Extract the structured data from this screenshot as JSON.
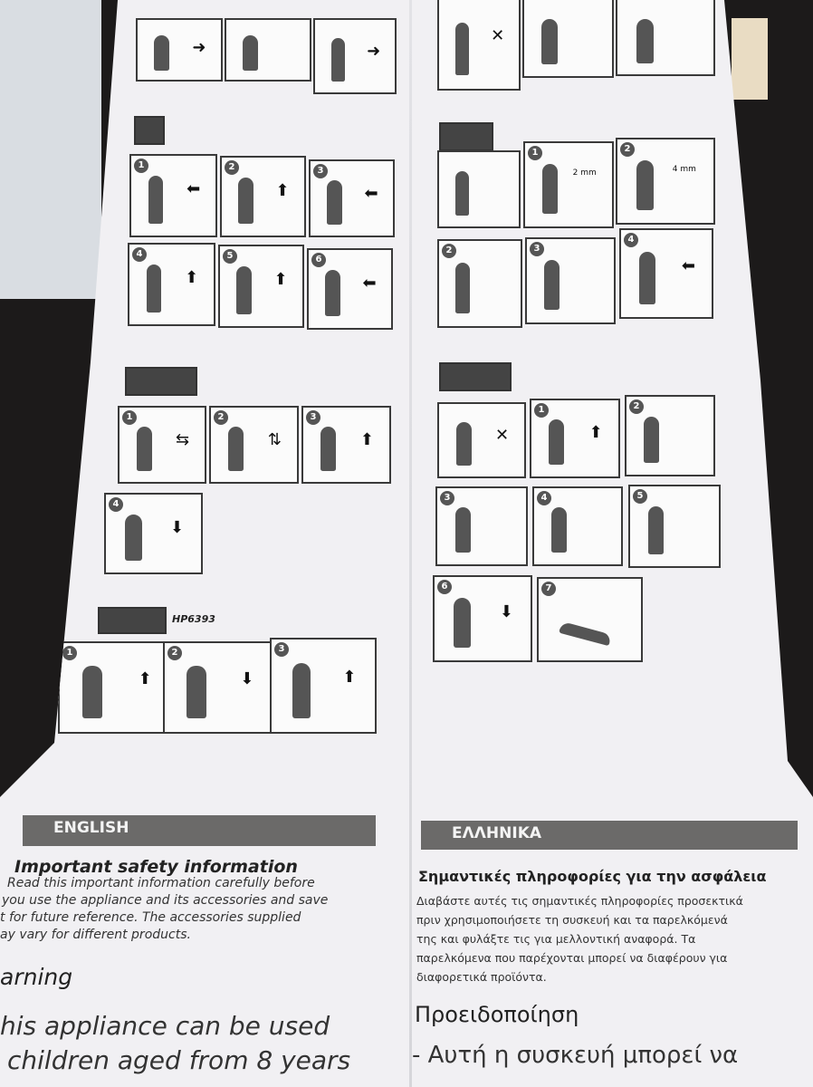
{
  "model_label": "HP6393",
  "left_panels": {
    "row2": [
      "1",
      "2",
      "3"
    ],
    "row3": [
      "4",
      "5",
      "6"
    ],
    "row4": [
      "1",
      "2",
      "3"
    ],
    "row5": [
      "4"
    ],
    "row6": [
      "1",
      "2",
      "3"
    ]
  },
  "right_panels": {
    "row2": [
      "1",
      "2"
    ],
    "row3": [
      "2",
      "3",
      "4"
    ],
    "row4": [
      "1",
      "2"
    ],
    "row5": [
      "3",
      "4",
      "5"
    ],
    "row6": [
      "6",
      "7"
    ]
  },
  "guide_labels": [
    "2 mm",
    "4 mm"
  ],
  "english": {
    "heading": "ENGLISH",
    "title": "Important safety information",
    "body": [
      "Read this important information carefully before",
      "you use the appliance and its accessories and save",
      "t for future reference. The accessories supplied",
      "ay vary for different products."
    ],
    "warning": "arning",
    "warning_text": [
      "his appliance can be used",
      "children aged from 8 years"
    ]
  },
  "greek": {
    "heading": "ΕΛΛΗΝΙΚΑ",
    "title": "Σημαντικές πληροφορίες για την ασφάλεια",
    "body": [
      "Διαβάστε αυτές τις σημαντικές πληροφορίες προσεκτικά",
      "πριν χρησιμοποιήσετε τη συσκευή και τα παρελκόμενά",
      "της και φυλάξτε τις για μελλοντική αναφορά. Τα",
      "παρελκόμενα που παρέχονται μπορεί να διαφέρουν για",
      "διαφορετικά προϊόντα."
    ],
    "warning": "Προειδοποίηση",
    "warning_text": "-  Αυτή η συσκευή μπορεί να"
  }
}
